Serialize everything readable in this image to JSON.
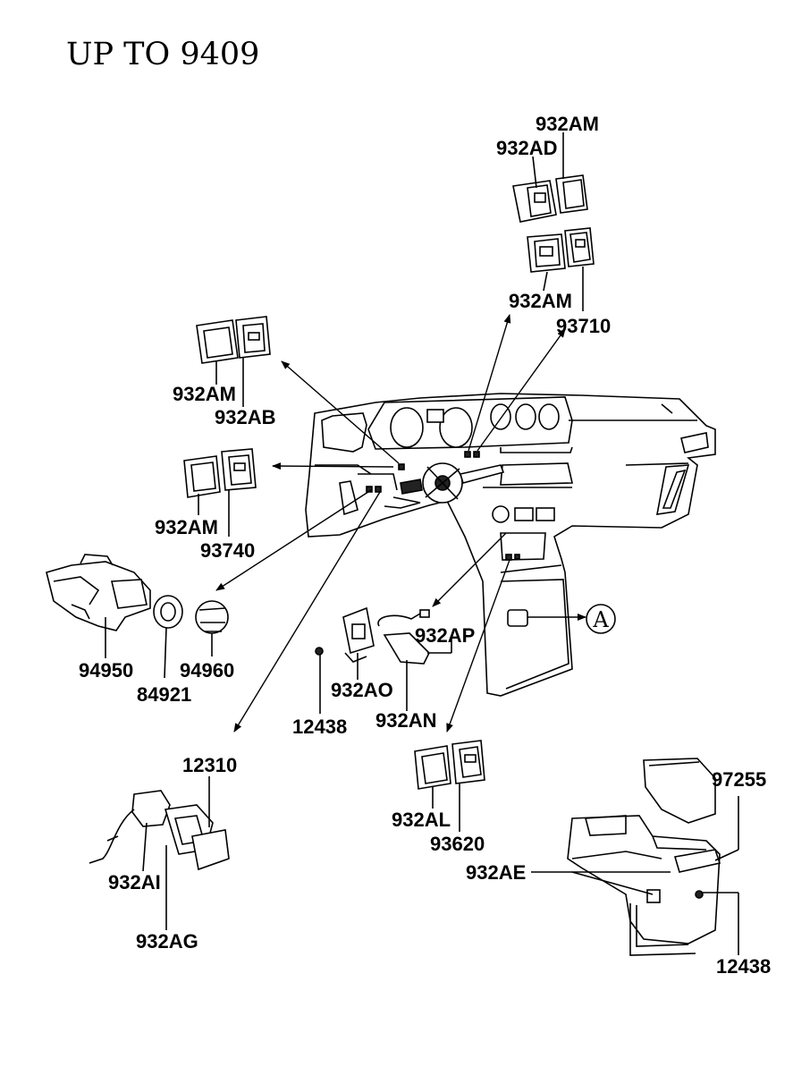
{
  "title": "UP TO 9409",
  "callout_letter": "A",
  "labels": {
    "l932AM_a": "932AM",
    "l932AD": "932AD",
    "l932AM_b": "932AM",
    "l93710": "93710",
    "l932AM_c": "932AM",
    "l932AB": "932AB",
    "l932AM_d": "932AM",
    "l93740": "93740",
    "l94950": "94950",
    "l84921": "84921",
    "l94960": "94960",
    "l932AP": "932AP",
    "l932AO": "932AO",
    "l932AN": "932AN",
    "l12438_a": "12438",
    "l12310": "12310",
    "l932AI": "932AI",
    "l932AG": "932AG",
    "l932AL": "932AL",
    "l93620": "93620",
    "l97255": "97255",
    "l932AE": "932AE",
    "l12438_b": "12438"
  }
}
